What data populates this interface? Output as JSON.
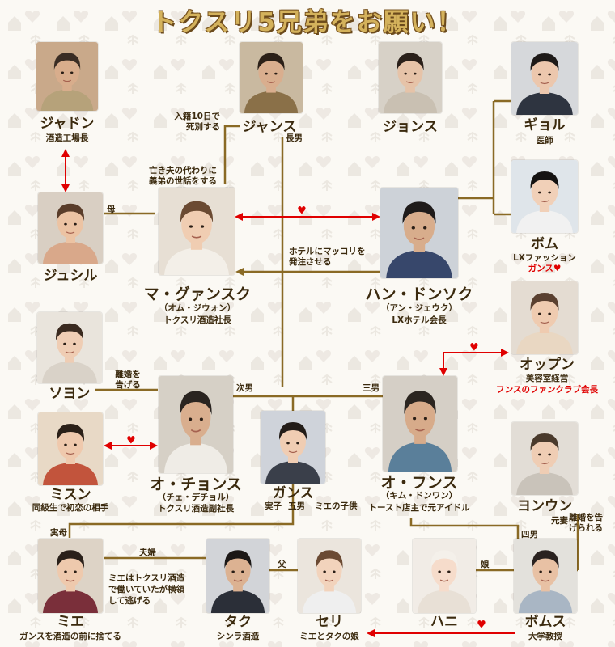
{
  "title": "トクスリ5兄弟をお願い！",
  "people": {
    "jadon": {
      "name": "ジャドン",
      "role": "酒造工場長",
      "bg": "#c9a98a",
      "hair": "#3a2d24",
      "shirt": "#b6a27a",
      "skin": "#d8ad8c"
    },
    "jansu": {
      "name": "ジャンス",
      "role": "長男",
      "bg": "#c9b9a0",
      "hair": "#2b2018",
      "shirt": "#8a7048",
      "skin": "#d9ae8e"
    },
    "jonsu": {
      "name": "ジョンス",
      "role": "",
      "bg": "#d7d1c7",
      "hair": "#2a201a",
      "shirt": "#c9c0b2",
      "skin": "#e6c3a8"
    },
    "gyoru": {
      "name": "ギョル",
      "role": "医師",
      "bg": "#d6d8db",
      "hair": "#1e1a18",
      "shirt": "#2e3440",
      "skin": "#ecc7ad"
    },
    "jusil": {
      "name": "ジュシル",
      "role": "",
      "bg": "#d9cfc3",
      "hair": "#5a3d2a",
      "shirt": "#d9a88a",
      "skin": "#ecc3a3"
    },
    "gwansuk": {
      "name": "マ・グァンスク",
      "sub": "（オム・ジウォン）",
      "role": "トクスリ酒造社長",
      "bg": "#e7dfd4",
      "hair": "#6b4a32",
      "shirt": "#f3efe8",
      "skin": "#f0cdb2"
    },
    "dongsok": {
      "name": "ハン・ドンソク",
      "sub": "（アン・ジェウク）",
      "role": "LXホテル会長",
      "bg": "#cdd2d8",
      "hair": "#1f1b1a",
      "shirt": "#37476b",
      "skin": "#d8ad8c"
    },
    "bomu": {
      "name": "ボム",
      "role": "LXファッション",
      "role2": "ガンス",
      "bg": "#dfe5ea",
      "hair": "#141212",
      "shirt": "#f1f1f1",
      "skin": "#f1d0b8"
    },
    "soyon": {
      "name": "ソヨン",
      "role": "",
      "bg": "#e9e4dc",
      "hair": "#3a2a20",
      "shirt": "#d9d2c8",
      "skin": "#efcdb4"
    },
    "chonsu": {
      "name": "オ・チョンス",
      "sub": "（チェ・デチョル）",
      "role": "トクスリ酒造副社長",
      "bg": "#d6d0c6",
      "hair": "#2a2420",
      "shirt": "#efece6",
      "skin": "#d9ae8e"
    },
    "gansu": {
      "name": "ガンス",
      "role": "",
      "bg": "#cfd3da",
      "hair": "#231c18",
      "shirt": "#3a3f4a",
      "skin": "#f0cdb3"
    },
    "fonsu": {
      "name": "オ・フンス",
      "sub": "（キム・ドンワン）",
      "role": "トースト店主で元アイドル",
      "bg": "#d5cfc6",
      "hair": "#2b2520",
      "shirt": "#5a7f9a",
      "skin": "#d7ab8a"
    },
    "oppun": {
      "name": "オップン",
      "role": "美容室経営",
      "role2": "フンスのファンクラブ会長",
      "bg": "#e4dcd2",
      "hair": "#5a4030",
      "shirt": "#e9d7c2",
      "skin": "#efcbb0"
    },
    "misun": {
      "name": "ミスン",
      "role": "同級生で初恋の相手",
      "bg": "#e8d9c6",
      "hair": "#2b2018",
      "shirt": "#c2543c",
      "skin": "#efc9ad"
    },
    "yonun": {
      "name": "ヨンウン",
      "role": "",
      "bg": "#e2ddd6",
      "hair": "#4a3a2c",
      "shirt": "#c9c3ba",
      "skin": "#efcdb4"
    },
    "mie": {
      "name": "ミエ",
      "role": "ガンスを酒造の前に捨てる",
      "bg": "#ddd3c6",
      "hair": "#2a201a",
      "shirt": "#7a2f3a",
      "skin": "#eec9ad"
    },
    "taku": {
      "name": "タク",
      "role": "シンラ酒造",
      "bg": "#d2d4d8",
      "hair": "#1c1816",
      "shirt": "#2b2f38",
      "skin": "#dcb292"
    },
    "seri": {
      "name": "セリ",
      "role": "ミエとタクの娘",
      "bg": "#ebe5dd",
      "hair": "#6b4a33",
      "shirt": "#efefef",
      "skin": "#f2d3bc"
    },
    "hani": {
      "name": "ハニ",
      "role": "",
      "bg": "#f1ece6",
      "hair": "#f4f0ea",
      "shirt": "#e8e0d6",
      "skin": "#f6dccb"
    },
    "bomusu": {
      "name": "ボムス",
      "role": "大学教授",
      "bg": "#e3e1dc",
      "hair": "#2a2220",
      "shirt": "#a9b6c4",
      "skin": "#e8c1a4"
    }
  },
  "labels": {
    "death": "入籍10日で\n死別する",
    "eldest": "長男",
    "care": "亡き夫の代わりに\n義弟の世話をする",
    "mother": "母",
    "hotel": "ホテルにマッコリを\n発注させる",
    "divorce": "離婚を\n告げる",
    "second": "次男",
    "third": "三男",
    "son": "実子",
    "fifth": "五男",
    "mie_child": "ミエの子供",
    "real_mother": "実母",
    "couple": "夫婦",
    "mie_note": "ミエはトクスリ酒造\nで働いていたが横領\nして逃げる",
    "father": "父",
    "daughter": "娘",
    "fourth": "四男",
    "ex_wife": "元妻",
    "divorced": "離婚を告\nげられる"
  },
  "symbols": {
    "heart": "♥"
  },
  "colors": {
    "title": "#d4b25c",
    "line": "#8a6a25",
    "arrow": "#e00000",
    "text": "#3b2a0e"
  }
}
